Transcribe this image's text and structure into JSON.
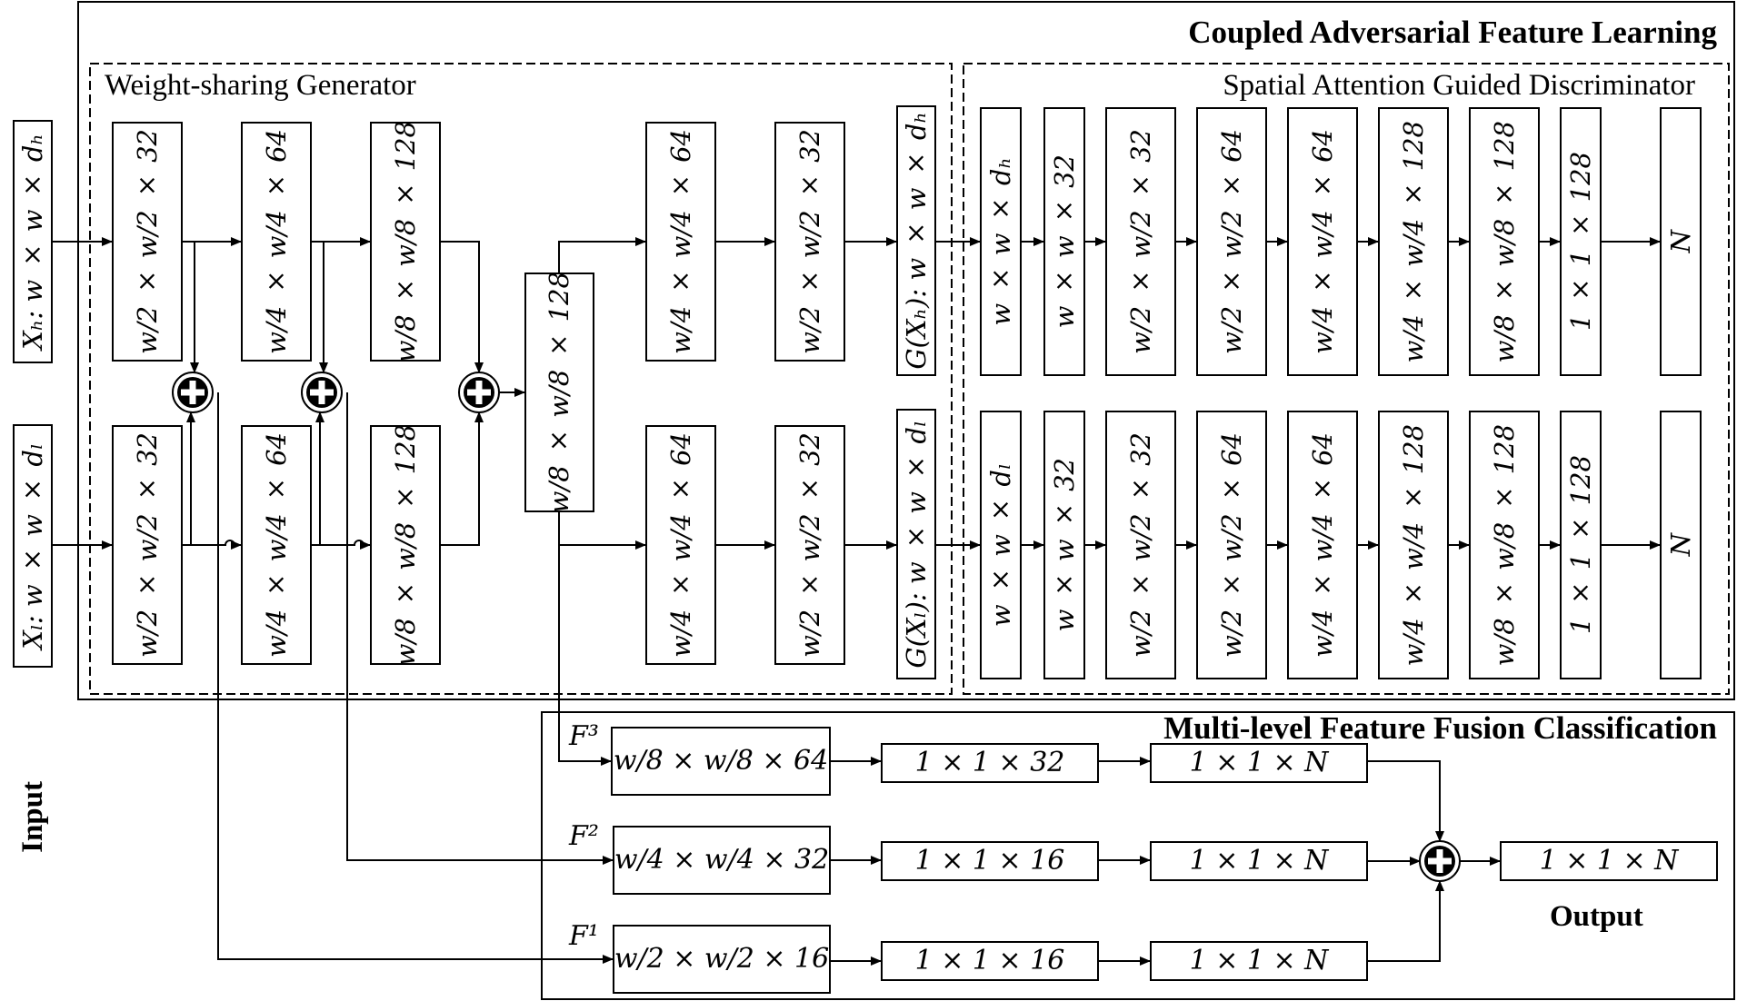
{
  "titles": {
    "coupled": "Coupled Adversarial Feature Learning",
    "generator": "Weight-sharing Generator",
    "discriminator": "Spatial Attention Guided Discriminator",
    "fusion": "Multi-level Feature Fusion Classification",
    "input": "Input",
    "output": "Output"
  },
  "inputs": {
    "xh": "Xₕ: w × w × dₕ",
    "xl": "Xₗ: w × w × dₗ"
  },
  "generator": {
    "e1": "w/2 × w/2 × 32",
    "e2": "w/4 × w/4 × 64",
    "e3": "w/8 × w/8 × 128",
    "mid": "w/8 × w/8 × 128",
    "d2": "w/4 × w/4 × 64",
    "d1": "w/2 × w/2 × 32",
    "gh": "G(Xₕ): w × w × dₕ",
    "gl": "G(Xₗ): w × w × dₗ"
  },
  "discriminator": {
    "top": [
      "w × w × dₕ",
      "w × w × 32",
      "w/2 × w/2 × 32",
      "w/2 × w/2 × 64",
      "w/4 × w/4 × 64",
      "w/4 × w/4 × 128",
      "w/8 × w/8 × 128",
      "1 × 1 × 128",
      "N"
    ],
    "bottom": [
      "w × w × dₗ",
      "w × w × 32",
      "w/2 × w/2 × 32",
      "w/2 × w/2 × 64",
      "w/4 × w/4 × 64",
      "w/4 × w/4 × 128",
      "w/8 × w/8 × 128",
      "1 × 1 × 128",
      "N"
    ]
  },
  "fusion": {
    "f3": "F³",
    "f2": "F²",
    "f1": "F¹",
    "r3": [
      "w/8 × w/8 × 64",
      "1 × 1 × 32",
      "1 × 1 × N"
    ],
    "r2": [
      "w/4 × w/4 × 32",
      "1 × 1 × 16",
      "1 × 1 × N"
    ],
    "r1": [
      "w/2 × w/2 × 16",
      "1 × 1 × 16",
      "1 × 1 × N"
    ],
    "out": "1 × 1 × N"
  }
}
